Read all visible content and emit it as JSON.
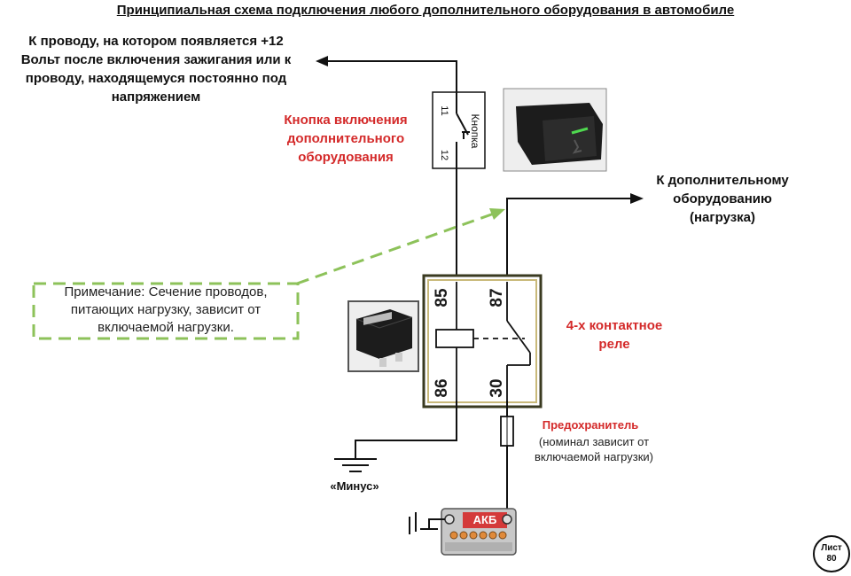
{
  "title": "Принципиальная схема подключения любого дополнительного оборудования в автомобиле",
  "source_label": [
    "К проводу, на котором появляется +12",
    "Вольт после включения зажигания или к",
    "проводу, находящемуся постоянно под",
    "напряжением"
  ],
  "button_label": [
    "Кнопка включения",
    "дополнительного",
    "оборудования"
  ],
  "switch": {
    "pin_top": "11",
    "pin_bottom": "12",
    "name": "Кнопка"
  },
  "load_label": [
    "К дополнительному",
    "оборудованию",
    "(нагрузка)"
  ],
  "note": [
    "Примечание: Сечение проводов,",
    "питающих нагрузку, зависит от",
    "включаемой нагрузки."
  ],
  "relay": {
    "label": [
      "4-х контактное",
      "реле"
    ],
    "pins": {
      "p85": "85",
      "p87": "87",
      "p86": "86",
      "p30": "30"
    }
  },
  "fuse": {
    "title": "Предохранитель",
    "note": [
      "(номинал зависит от",
      "включаемой нагрузки)"
    ]
  },
  "ground_label": "«Минус»",
  "battery_label": "АКБ",
  "sheet": {
    "word": "Лист",
    "number": "80"
  },
  "colors": {
    "wire": "#111111",
    "accent_red": "#d42a2a",
    "note_green": "#8dc25a",
    "relay_border": "#c9b97a",
    "relay_fill": "#ffffff",
    "battery_body": "#c8c8c8",
    "battery_label_bg": "#d43a3a",
    "terminal": "#e08a3a"
  },
  "icons": {
    "switch_photo": "car-button-photo",
    "relay_photo": "relay-photo",
    "battery": "battery-icon",
    "ground": "ground-icon"
  }
}
